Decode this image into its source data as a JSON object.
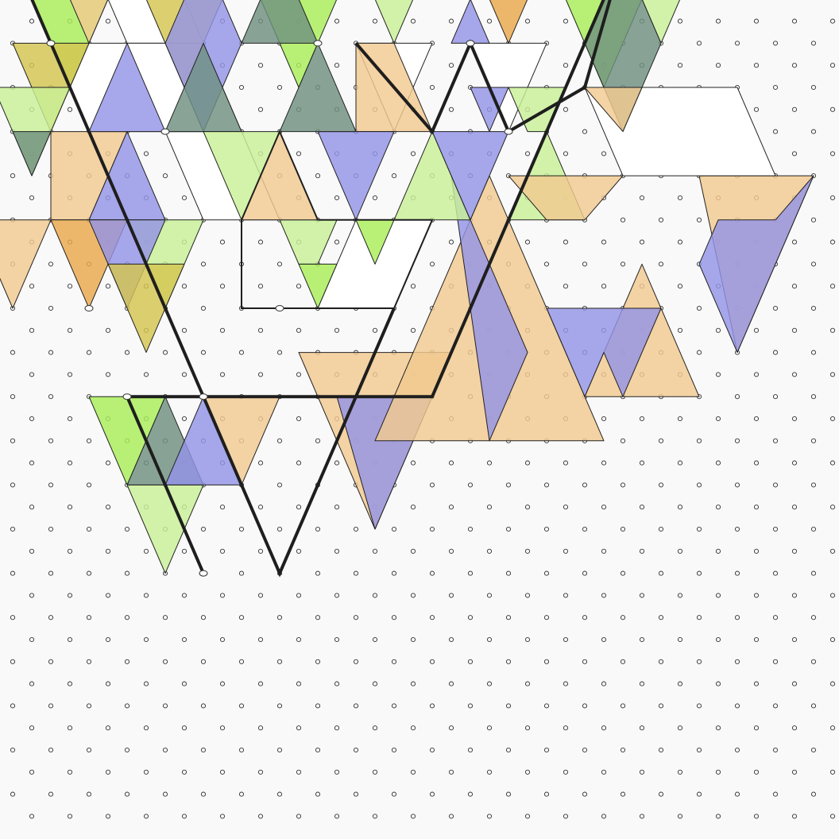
{
  "canvas": {
    "background": "#f9f9f9",
    "grid": {
      "type": "triangular-dot-grid",
      "dot_color": "#333333"
    }
  },
  "palette": {
    "peach": "#f2c990",
    "periwinkle": "#9494e6",
    "lime": "#a8ee58",
    "pale_lime": "#c8f096",
    "olive": "#d4c450",
    "teal_gray": "#6f9080",
    "orange": "#eaa84c",
    "white": "#ffffff",
    "outline": "#1e1e1e"
  },
  "pieces": [
    {
      "color": "peach",
      "points": [
        [
          -1,
          2
        ],
        [
          7,
          2
        ],
        [
          3,
          10
        ]
      ]
    },
    {
      "color": "periwinkle",
      "points": [
        [
          1,
          4
        ],
        [
          6,
          4
        ],
        [
          3,
          10
        ]
      ]
    },
    {
      "color": "peach",
      "points": [
        [
          9,
          -6
        ],
        [
          15,
          6
        ],
        [
          3,
          6
        ]
      ]
    },
    {
      "color": "periwinkle",
      "points": [
        [
          7,
          -6
        ],
        [
          11,
          2
        ],
        [
          9,
          6
        ]
      ]
    },
    {
      "color": "peach",
      "points": [
        [
          14,
          4
        ],
        [
          20,
          4
        ],
        [
          17,
          -2
        ]
      ]
    },
    {
      "color": "periwinkle",
      "points": [
        [
          12,
          0
        ],
        [
          14,
          4
        ],
        [
          15,
          2
        ],
        [
          16,
          4
        ],
        [
          18,
          0
        ]
      ]
    },
    {
      "color": "peach",
      "points": [
        [
          20,
          -6
        ],
        [
          26,
          -6
        ],
        [
          22,
          2
        ]
      ]
    },
    {
      "color": "periwinkle",
      "points": [
        [
          26,
          -6
        ],
        [
          22,
          2
        ],
        [
          20,
          -2
        ],
        [
          21,
          -4
        ],
        [
          24,
          -4
        ]
      ]
    },
    {
      "color": "white",
      "points": [
        [
          0,
          0
        ],
        [
          4,
          0
        ],
        [
          6,
          -4
        ],
        [
          2,
          -4
        ]
      ]
    },
    {
      "color": "white",
      "points": [
        [
          -6,
          -4
        ],
        [
          -2,
          -4
        ],
        [
          -4,
          -8
        ],
        [
          -8,
          -8
        ]
      ]
    },
    {
      "color": "white",
      "points": [
        [
          -10,
          -12
        ],
        [
          -6,
          -12
        ],
        [
          -8,
          -16
        ],
        [
          -12,
          -16
        ]
      ]
    },
    {
      "color": "white",
      "points": [
        [
          -14,
          -12
        ],
        [
          -6,
          -12
        ],
        [
          -4,
          -8
        ],
        [
          -12,
          -8
        ]
      ]
    },
    {
      "color": "white",
      "points": [
        [
          16,
          -6
        ],
        [
          24,
          -6
        ],
        [
          22,
          -10
        ],
        [
          14,
          -10
        ]
      ]
    },
    {
      "color": "white",
      "points": [
        [
          2,
          -12
        ],
        [
          6,
          -12
        ],
        [
          4,
          -8
        ]
      ]
    },
    {
      "color": "white",
      "points": [
        [
          8,
          -12
        ],
        [
          12,
          -12
        ],
        [
          10,
          -8
        ]
      ]
    },
    {
      "color": "lime",
      "points": [
        [
          -1,
          -2
        ],
        [
          1,
          -2
        ],
        [
          0,
          0
        ]
      ]
    },
    {
      "color": "pale_lime",
      "points": [
        [
          -2,
          -4
        ],
        [
          1,
          -4
        ],
        [
          0,
          -2
        ],
        [
          -1,
          -2
        ]
      ]
    },
    {
      "color": "lime",
      "points": [
        [
          -4,
          -16
        ],
        [
          2,
          -16
        ],
        [
          -1,
          -10
        ]
      ]
    },
    {
      "color": "pale_lime",
      "points": [
        [
          2,
          -16
        ],
        [
          6,
          -16
        ],
        [
          4,
          -12
        ]
      ]
    },
    {
      "color": "olive",
      "points": [
        [
          -10,
          -16
        ],
        [
          -4,
          -16
        ],
        [
          -7,
          -10
        ]
      ]
    },
    {
      "color": "teal_gray",
      "points": [
        [
          -4,
          -12
        ],
        [
          -2,
          -16
        ],
        [
          0,
          -12
        ]
      ]
    },
    {
      "color": "lime",
      "points": [
        [
          -16,
          -16
        ],
        [
          -10,
          -16
        ],
        [
          -13,
          -10
        ]
      ]
    },
    {
      "color": "olive",
      "points": [
        [
          -16,
          -12
        ],
        [
          -12,
          -12
        ],
        [
          -14,
          -8
        ]
      ]
    },
    {
      "color": "periwinkle",
      "points": [
        [
          -8,
          -12
        ],
        [
          -6,
          -16
        ],
        [
          -4,
          -12
        ],
        [
          -6,
          -8
        ]
      ]
    },
    {
      "color": "teal_gray",
      "points": [
        [
          -8,
          -8
        ],
        [
          -4,
          -8
        ],
        [
          -6,
          -12
        ]
      ]
    },
    {
      "color": "peach",
      "points": [
        [
          2,
          -8
        ],
        [
          6,
          -8
        ],
        [
          4,
          -12
        ],
        [
          2,
          -12
        ]
      ]
    },
    {
      "color": "orange",
      "points": [
        [
          8,
          -16
        ],
        [
          12,
          -16
        ],
        [
          10,
          -12
        ]
      ]
    },
    {
      "color": "teal_gray",
      "points": [
        [
          7,
          -14
        ],
        [
          8,
          -16
        ],
        [
          9,
          -14
        ]
      ]
    },
    {
      "color": "periwinkle",
      "points": [
        [
          7,
          -12
        ],
        [
          8,
          -14
        ],
        [
          9,
          -12
        ]
      ]
    },
    {
      "color": "lime",
      "points": [
        [
          12,
          -16
        ],
        [
          18,
          -16
        ],
        [
          15,
          -10
        ]
      ]
    },
    {
      "color": "pale_lime",
      "points": [
        [
          16,
          -16
        ],
        [
          20,
          -16
        ],
        [
          18,
          -12
        ]
      ]
    },
    {
      "color": "teal_gray",
      "points": [
        [
          14,
          -12
        ],
        [
          16,
          -16
        ],
        [
          18,
          -12
        ],
        [
          16,
          -8
        ]
      ]
    },
    {
      "color": "periwinkle",
      "points": [
        [
          8,
          -10
        ],
        [
          10,
          -10
        ],
        [
          9,
          -8
        ]
      ]
    },
    {
      "color": "pale_lime",
      "points": [
        [
          10,
          -10
        ],
        [
          13,
          -10
        ],
        [
          12,
          -8
        ],
        [
          11,
          -8
        ]
      ]
    },
    {
      "color": "peach",
      "points": [
        [
          14,
          -10
        ],
        [
          17,
          -10
        ],
        [
          16,
          -8
        ]
      ]
    },
    {
      "color": "peach",
      "points": [
        [
          -14,
          -8
        ],
        [
          -10,
          -8
        ],
        [
          -12,
          -4
        ],
        [
          -14,
          -4
        ]
      ]
    },
    {
      "color": "periwinkle",
      "points": [
        [
          -12,
          -8
        ],
        [
          -10,
          -12
        ],
        [
          -8,
          -8
        ]
      ]
    },
    {
      "color": "pale_lime",
      "points": [
        [
          -6,
          -8
        ],
        [
          -2,
          -8
        ],
        [
          -4,
          -4
        ]
      ]
    },
    {
      "color": "peach",
      "points": [
        [
          -4,
          -4
        ],
        [
          0,
          -4
        ],
        [
          -2,
          -8
        ]
      ]
    },
    {
      "color": "periwinkle",
      "points": [
        [
          0,
          -8
        ],
        [
          4,
          -8
        ],
        [
          2,
          -4
        ]
      ]
    },
    {
      "color": "teal_gray",
      "points": [
        [
          -2,
          -8
        ],
        [
          0,
          -12
        ],
        [
          2,
          -8
        ]
      ]
    },
    {
      "color": "pale_lime",
      "points": [
        [
          4,
          -4
        ],
        [
          8,
          -4
        ],
        [
          6,
          -8
        ]
      ]
    },
    {
      "color": "periwinkle",
      "points": [
        [
          6,
          -8
        ],
        [
          10,
          -8
        ],
        [
          8,
          -4
        ]
      ]
    },
    {
      "color": "lime",
      "points": [
        [
          2,
          -4
        ],
        [
          4,
          -4
        ],
        [
          3,
          -2
        ]
      ]
    },
    {
      "color": "pale_lime",
      "points": [
        [
          10,
          -4
        ],
        [
          14,
          -4
        ],
        [
          12,
          -8
        ]
      ]
    },
    {
      "color": "peach",
      "points": [
        [
          10,
          -6
        ],
        [
          16,
          -6
        ],
        [
          14,
          -4
        ],
        [
          12,
          -4
        ]
      ]
    },
    {
      "color": "pale_lime",
      "points": [
        [
          -17,
          -10
        ],
        [
          -13,
          -10
        ],
        [
          -15,
          -6
        ]
      ]
    },
    {
      "color": "teal_gray",
      "points": [
        [
          -16,
          -8
        ],
        [
          -14,
          -8
        ],
        [
          -15,
          -6
        ]
      ]
    },
    {
      "color": "pale_lime",
      "points": [
        [
          -10,
          -4
        ],
        [
          -6,
          -4
        ],
        [
          -8,
          0
        ]
      ]
    },
    {
      "color": "periwinkle",
      "points": [
        [
          -12,
          -4
        ],
        [
          -10,
          -8
        ],
        [
          -8,
          -4
        ]
      ]
    },
    {
      "color": "orange",
      "points": [
        [
          -14,
          -4
        ],
        [
          -10,
          -4
        ],
        [
          -12,
          0
        ]
      ]
    },
    {
      "color": "periwinkle",
      "points": [
        [
          -12,
          -4
        ],
        [
          -8,
          -4
        ],
        [
          -10,
          0
        ]
      ]
    },
    {
      "color": "olive",
      "points": [
        [
          -11,
          -2
        ],
        [
          -7,
          -2
        ],
        [
          -9,
          2
        ]
      ]
    },
    {
      "color": "lime",
      "points": [
        [
          -12,
          4
        ],
        [
          -8,
          4
        ],
        [
          -10,
          8
        ]
      ]
    },
    {
      "color": "pale_lime",
      "points": [
        [
          -10,
          8
        ],
        [
          -6,
          8
        ],
        [
          -8,
          12
        ]
      ]
    },
    {
      "color": "teal_gray",
      "points": [
        [
          -10,
          8
        ],
        [
          -8,
          4
        ],
        [
          -6,
          8
        ]
      ]
    },
    {
      "color": "peach",
      "points": [
        [
          -6,
          4
        ],
        [
          -2,
          4
        ],
        [
          -4,
          8
        ]
      ]
    },
    {
      "color": "periwinkle",
      "points": [
        [
          -8,
          8
        ],
        [
          -4,
          8
        ],
        [
          -6,
          4
        ]
      ]
    },
    {
      "color": "peach",
      "points": [
        [
          -18,
          -4
        ],
        [
          -14,
          -4
        ],
        [
          -16,
          0
        ]
      ]
    },
    {
      "color": "periwinkle",
      "points": [
        [
          -22,
          -4
        ],
        [
          -20,
          -4
        ],
        [
          -21,
          -2
        ]
      ]
    },
    {
      "color": "peach",
      "points": [
        [
          -14,
          -16
        ],
        [
          -10,
          -16
        ],
        [
          -12,
          -12
        ]
      ]
    },
    {
      "color": "periwinkle",
      "points": [
        [
          -8,
          -16
        ],
        [
          -6,
          -16
        ],
        [
          -7,
          -14
        ]
      ]
    },
    {
      "color": "orange",
      "points": [
        [
          -18,
          -16
        ],
        [
          -16,
          -16
        ],
        [
          -17,
          -14
        ]
      ]
    },
    {
      "color": "periwinkle",
      "points": [
        [
          -20,
          -12
        ],
        [
          -18,
          -12
        ],
        [
          -19,
          -10
        ]
      ]
    }
  ],
  "outlines": [
    {
      "points": [
        [
          -16,
          -16
        ],
        [
          16,
          -16
        ],
        [
          6,
          4
        ],
        [
          2,
          4
        ],
        [
          -10,
          4
        ],
        [
          -6,
          12
        ]
      ],
      "closed": false
    },
    {
      "points": [
        [
          -16,
          -16
        ],
        [
          -14,
          -12
        ],
        [
          -2,
          12
        ],
        [
          2,
          4
        ],
        [
          4,
          0
        ]
      ],
      "closed": false
    },
    {
      "points": [
        [
          2,
          -12
        ],
        [
          6,
          -8
        ],
        [
          8,
          -12
        ],
        [
          10,
          -8
        ],
        [
          14,
          -10
        ],
        [
          16,
          -16
        ]
      ],
      "closed": false
    },
    {
      "points": [
        [
          -4,
          -4
        ],
        [
          -2,
          -8
        ],
        [
          0,
          -4
        ],
        [
          6,
          -4
        ],
        [
          4,
          0
        ],
        [
          -4,
          0
        ]
      ],
      "closed": true
    }
  ],
  "vertices": [
    [
      -16,
      -16
    ],
    [
      -8,
      -16
    ],
    [
      0,
      -16
    ],
    [
      8,
      -16
    ],
    [
      16,
      -16
    ],
    [
      -14,
      -12
    ],
    [
      0,
      -12
    ],
    [
      8,
      -12
    ],
    [
      -8,
      -8
    ],
    [
      -2,
      0
    ],
    [
      10,
      -8
    ],
    [
      -12,
      0
    ],
    [
      -10,
      4
    ],
    [
      -6,
      4
    ],
    [
      -6,
      12
    ]
  ]
}
